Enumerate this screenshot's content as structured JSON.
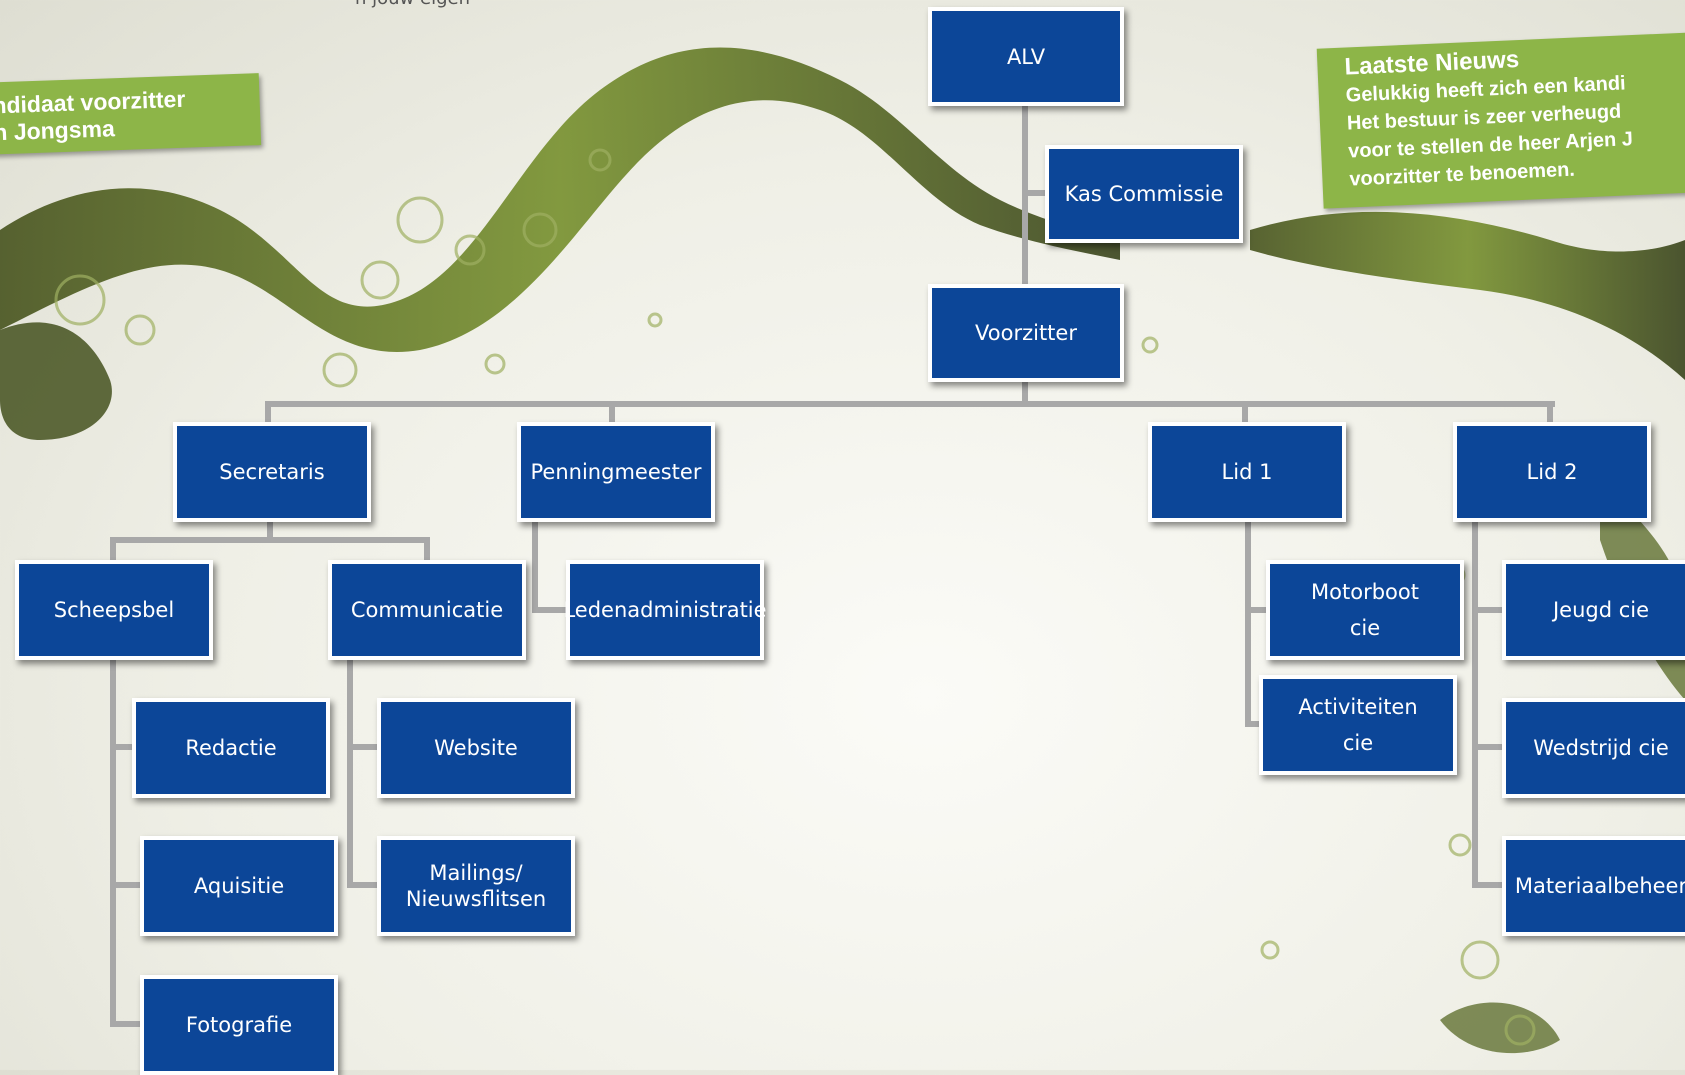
{
  "top_fragment": "n jouw  eigen",
  "banner_left": {
    "line1": "andidaat voorzitter",
    "line2": "en Jongsma"
  },
  "banner_right": {
    "title": "Laatste Nieuws",
    "body": "Gelukkig heeft zich een kandi\nHet bestuur is zeer verheugd\nvoor te stellen de heer Arjen J\nvoorzitter te benoemen."
  },
  "org": {
    "alv": "ALV",
    "kas_commissie": "Kas Commissie",
    "voorzitter": "Voorzitter",
    "secretaris": "Secretaris",
    "penningmeester": "Penningmeester",
    "lid1": "Lid 1",
    "lid2": "Lid 2",
    "scheepsbel": "Scheepsbel",
    "communicatie": "Communicatie",
    "ledenadministratie": "Ledenadministratie",
    "motorboot_cie": "Motorboot\ncie",
    "jeugd_cie": "Jeugd cie",
    "redactie": "Redactie",
    "website": "Website",
    "activiteiten_cie": "Activiteiten\ncie",
    "wedstrijd_cie": "Wedstrijd cie",
    "aquisitie": "Aquisitie",
    "mailings": "Mailings/\nNieuwsflitsen",
    "materiaalbeheer": "Materiaalbeheer",
    "fotografie": "Fotografie"
  },
  "colors": {
    "node_fill": "#0c4698",
    "node_border": "#ffffff",
    "connector": "#a8a8a8",
    "banner_green": "#8db548"
  }
}
